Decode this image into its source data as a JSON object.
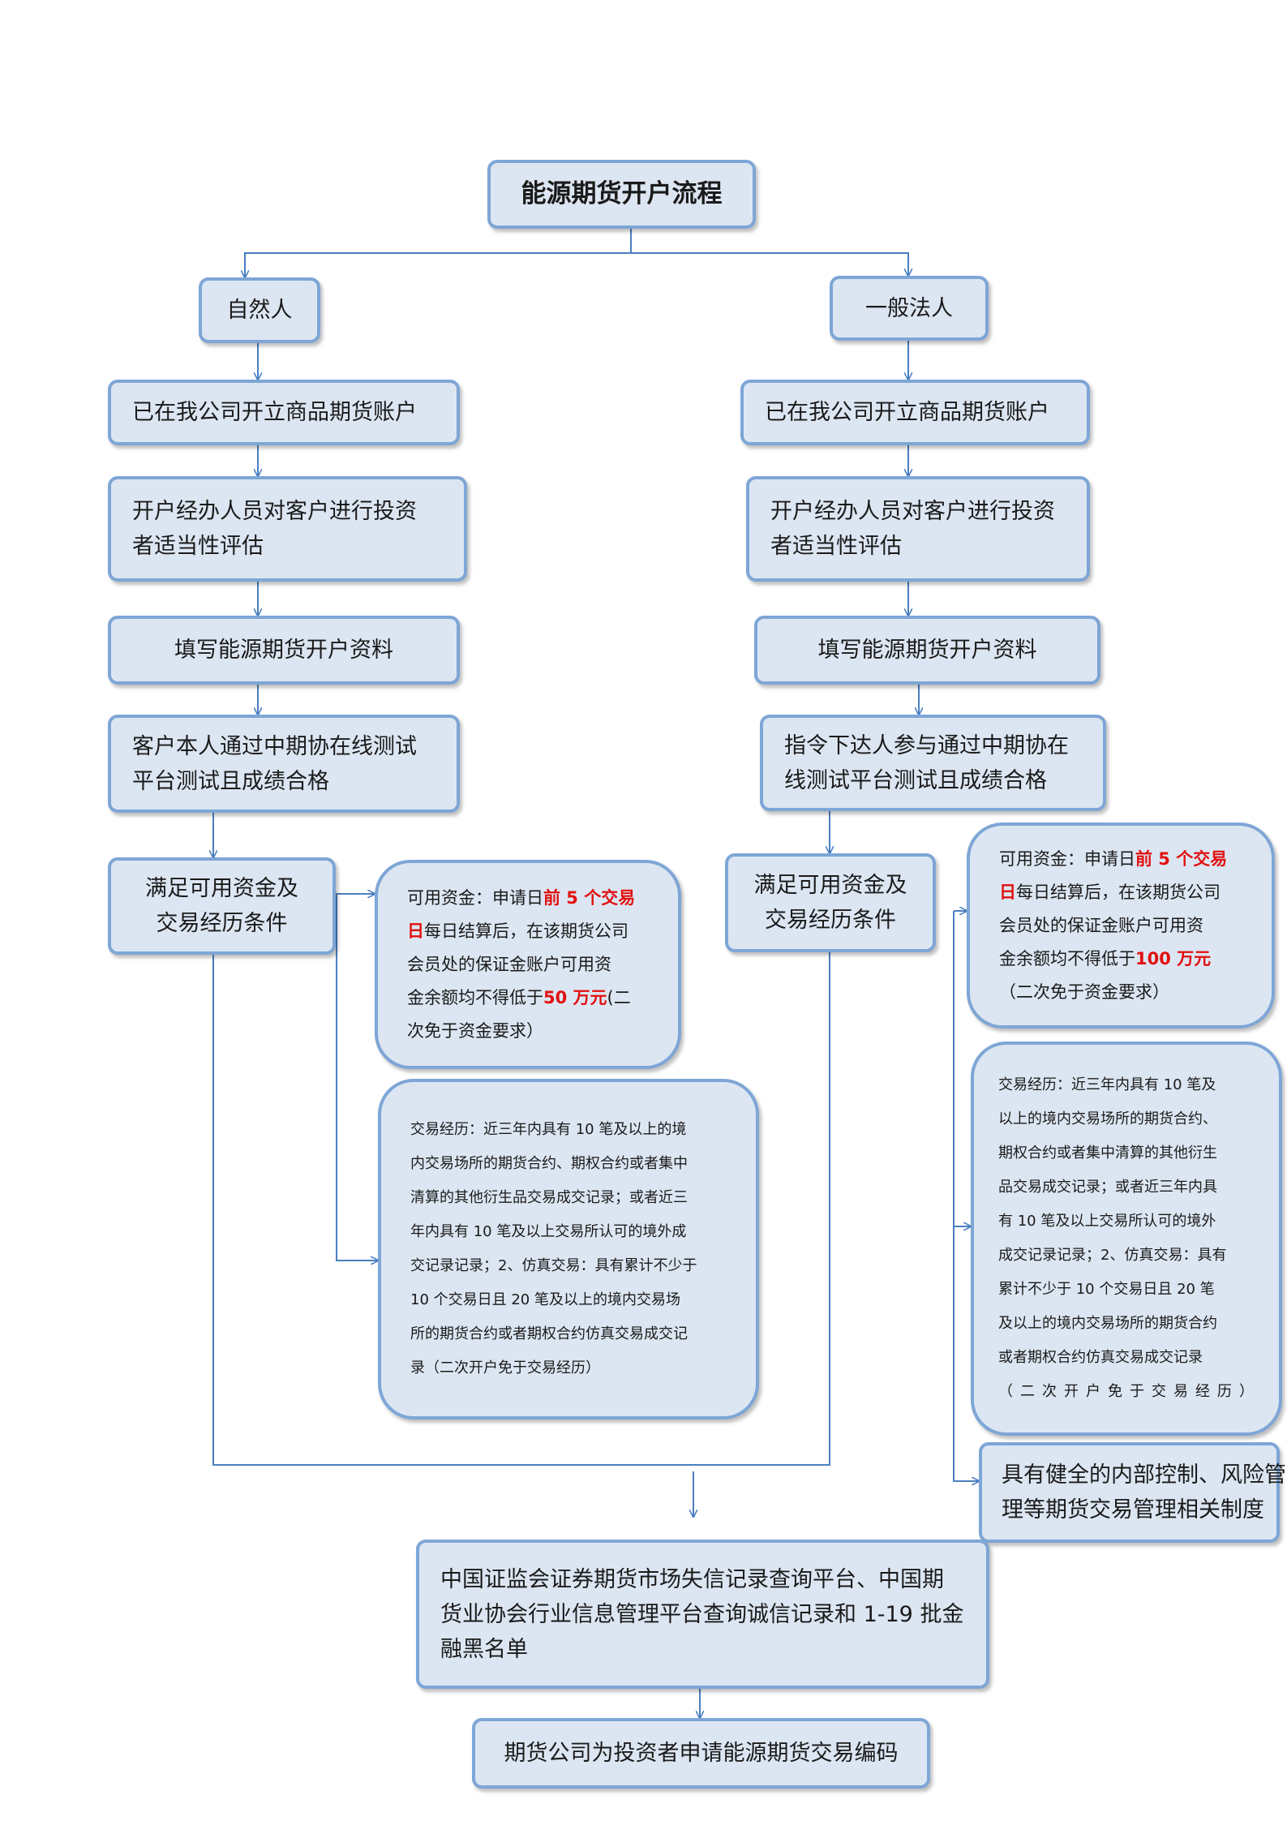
{
  "title": "能源期货开户流程",
  "left": {
    "header": "自然人",
    "step1": "已在我公司开立商品期货账户",
    "step2": [
      "开户经办人员对客户进行投资",
      "者适当性评估"
    ],
    "step3": "填写能源期货开户资料",
    "step4": [
      "客户本人通过中期协在线测试",
      "平台测试且成绩合格"
    ],
    "condition": [
      "满足可用资金及",
      "交易经历条件"
    ],
    "funds": {
      "l1_a": "可用资金：申请日",
      "l1_b": "前 5 个交易",
      "l2_a": "日",
      "l2_b": "每日结算后，在该期货公司",
      "l3": "会员处的保证金账户可用资",
      "l4_a": "金余额均不得低于",
      "l4_b": "50 万元",
      "l4_c": "(二",
      "l5": "次免于资金要求）"
    },
    "experience": [
      "交易经历：近三年内具有  10  笔及以上的境",
      "内交易场所的期货合约、期权合约或者集中",
      "清算的其他衍生品交易成交记录；或者近三",
      "年内具有  10  笔及以上交易所认可的境外成",
      "交记录记录；2、仿真交易：具有累计不少于",
      "10  个交易日且 20  笔及以上的境内交易场",
      "所的期货合约或者期权合约仿真交易成交记",
      "录（二次开户免于交易经历）"
    ]
  },
  "right": {
    "header": "一般法人",
    "step1": "已在我公司开立商品期货账户",
    "step2": [
      "开户经办人员对客户进行投资",
      "者适当性评估"
    ],
    "step3": "填写能源期货开户资料",
    "step4": [
      "指令下达人参与通过中期协在",
      "线测试平台测试且成绩合格"
    ],
    "condition": [
      "满足可用资金及",
      "交易经历条件"
    ],
    "funds": {
      "l1_a": "可用资金：申请日",
      "l1_b": "前 5 个交易",
      "l2_a": "日",
      "l2_b": "每日结算后，在该期货公司",
      "l3": "会员处的保证金账户可用资",
      "l4_a": "金余额均不得低于",
      "l4_b": "100 万元",
      "l5": "（二次免于资金要求）"
    },
    "experience": [
      "交易经历：近三年内具有  10  笔及",
      "以上的境内交易场所的期货合约、",
      "期权合约或者集中清算的其他衍生",
      "品交易成交记录；或者近三年内具",
      "有  10  笔及以上交易所认可的境外",
      "成交记录记录；2、仿真交易：具有",
      "累计不少于 10 个交易日且 20  笔",
      "及以上的境内交易场所的期货合约",
      "或者期权合约仿真交易成交记录",
      "（二次开户免于交易经历）"
    ],
    "controls": [
      "具有健全的内部控制、风险管",
      "理等期货交易管理相关制度"
    ]
  },
  "final1": [
    "中国证监会证券期货市场失信记录查询平台、中国期",
    "货业协会行业信息管理平台查询诚信记录和 1-19 批金",
    "融黑名单"
  ],
  "final2": "期货公司为投资者申请能源期货交易编码",
  "colors": {
    "box_fill": "#dce6f2",
    "box_border": "#7ea6d6",
    "arrow": "#4a7fc1",
    "highlight": "#e21010"
  }
}
